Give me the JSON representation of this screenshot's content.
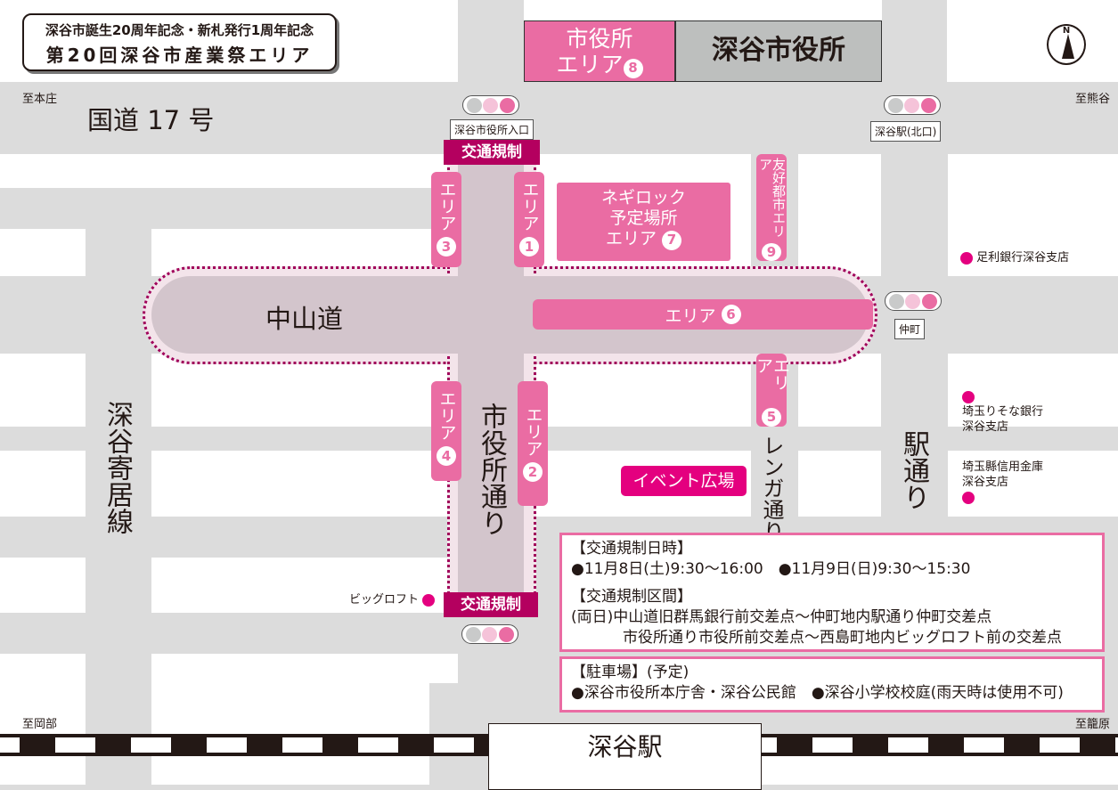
{
  "title": {
    "line1": "深谷市誕生20周年記念・新札発行1周年記念",
    "line2": "第20回深谷市産業祭エリア"
  },
  "city_hall": {
    "area_label_1": "市役所",
    "area_label_2": "エリア",
    "area_number": "8",
    "building": "深谷市役所"
  },
  "compass": {
    "letter": "N"
  },
  "directions": {
    "top_left": "至本庄",
    "top_right": "至熊谷",
    "bottom_left": "至岡部",
    "bottom_right": "至籠原"
  },
  "roads": {
    "route17": "国道 17 号",
    "nakasendo": "中山道",
    "fukaya_yorii": "深谷寄居線",
    "shiyakusho_dori": "市役所通り",
    "renga_dori": "レンガ通り",
    "eki_dori": "駅通り"
  },
  "intersections": {
    "city_hall_entrance": "深谷市役所入口",
    "station_north": "深谷駅(北口)",
    "nakacho": "仲町"
  },
  "traffic_control": {
    "top": "交通規制",
    "bottom": "交通規制"
  },
  "areas": {
    "a1": {
      "label": "エリア",
      "num": "1"
    },
    "a2": {
      "label": "エリア",
      "num": "2"
    },
    "a3": {
      "label": "エリア",
      "num": "3"
    },
    "a4": {
      "label": "エリア",
      "num": "4"
    },
    "a5": {
      "label": "エリア",
      "num": "5"
    },
    "a6": {
      "label": "エリア",
      "num": "6"
    },
    "a7": {
      "line1": "ネギロック",
      "line2": "予定場所",
      "label": "エリア",
      "num": "7"
    },
    "a9": {
      "label": "友好都市エリア",
      "num": "9"
    }
  },
  "event_plaza": "イベント広場",
  "landmarks": {
    "ashikaga": "足利銀行深谷支店",
    "resona_1": "埼玉りそな銀行",
    "resona_2": "深谷支店",
    "shinkin_1": "埼玉縣信用金庫",
    "shinkin_2": "深谷支店",
    "bigloft": "ビッグロフト"
  },
  "info": {
    "schedule_heading": "【交通規制日時】",
    "schedule_1": "●11月8日(土)9:30～16:00",
    "schedule_2": "●11月9日(日)9:30～15:30",
    "section_heading": "【交通規制区間】",
    "section_1": "(両日)中山道旧群馬銀行前交差点～仲町地内駅通り仲町交差点",
    "section_2": "市役所通り市役所前交差点～西島町地内ビッグロフト前の交差点"
  },
  "parking": {
    "heading": "【駐車場】(予定)",
    "item_1": "●深谷市役所本庁舎・深谷公民館",
    "item_2": "●深谷小学校校庭(雨天時は使用不可)"
  },
  "station": "深谷駅",
  "colors": {
    "area_pink": "#ea6ca3",
    "control_magenta": "#b4005f",
    "dot": "#e4007f",
    "road": "#dcdcdc"
  }
}
